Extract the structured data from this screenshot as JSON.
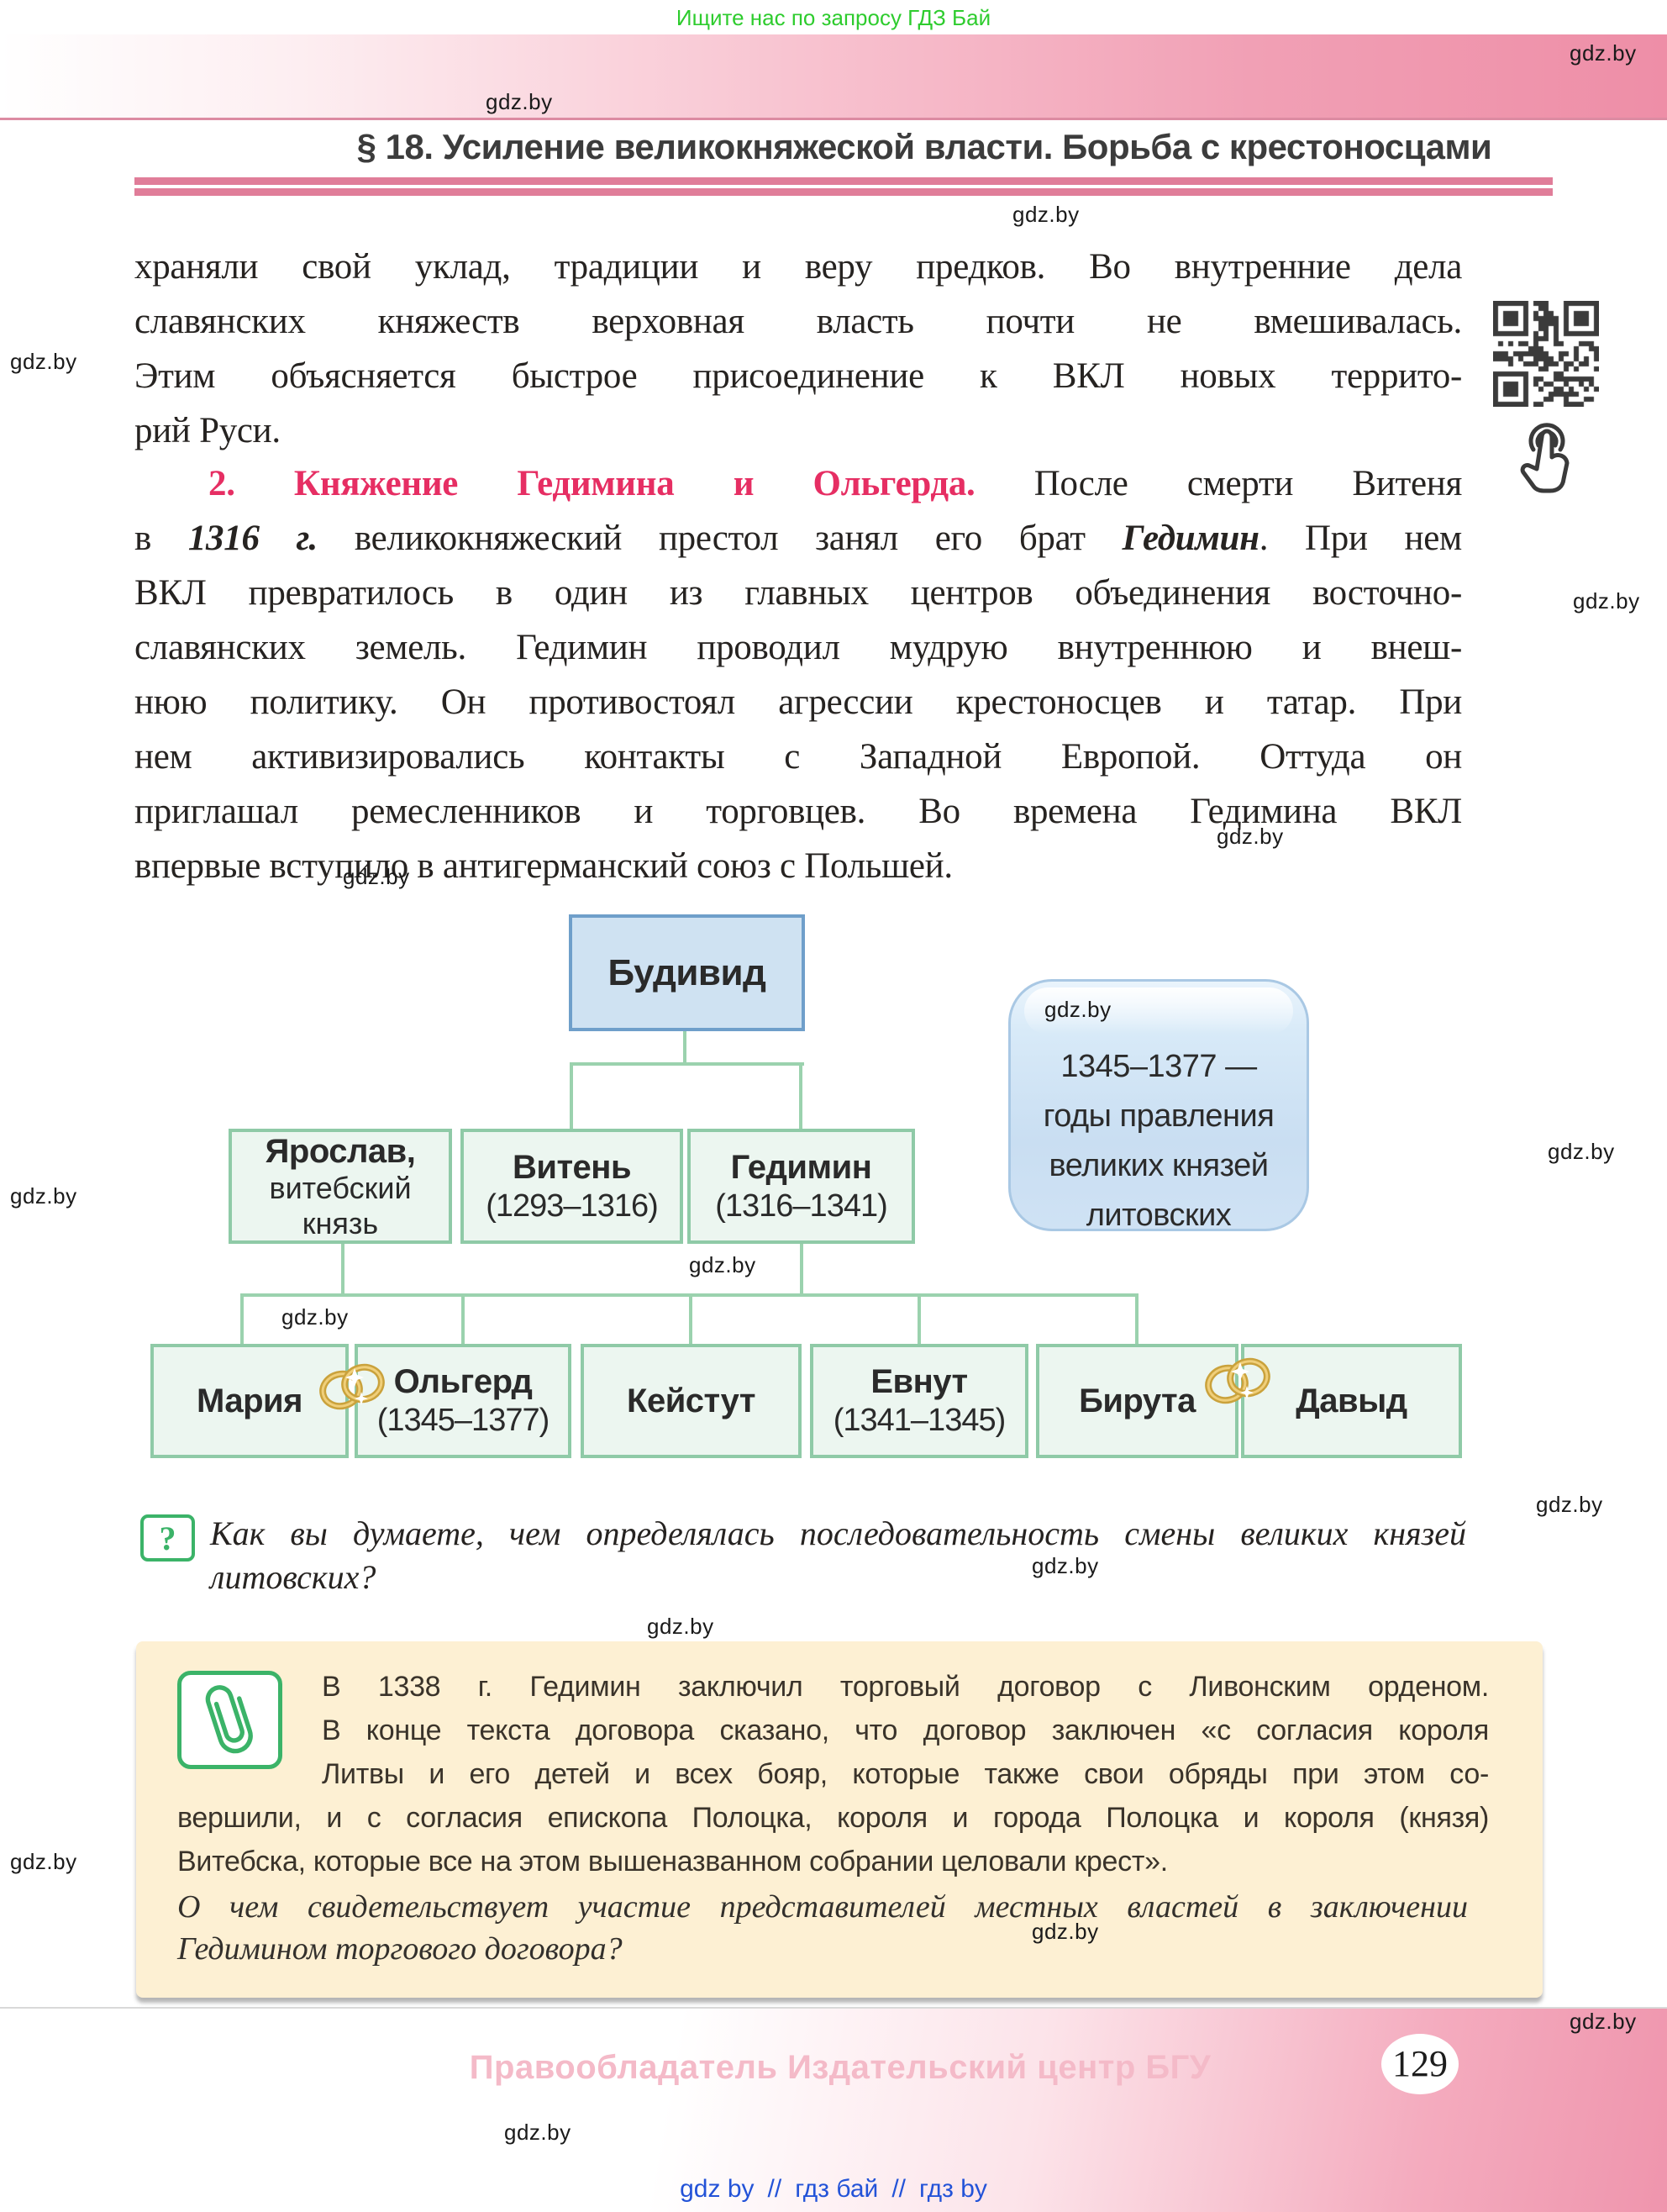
{
  "watermarks": {
    "top_green": "Ищите нас по запросу ГДЗ Бай",
    "site": "gdz.by"
  },
  "header": {
    "title": "§ 18. Усиление великокняжеской власти. Борьба с крестоносцами"
  },
  "article": {
    "para1": {
      "lines": [
        "храняли свой уклад, традиции и веру предков. Во внутренние дела",
        "славянских княжеств верховная власть почти не вмешивалась.",
        "Этим объясняется быстрое присоединение к ВКЛ новых террито-",
        "рий Руси."
      ]
    },
    "para2": {
      "head_red": "2. Княжение Гедимина и Ольгерда.",
      "head_rest": " После смерти Витеня",
      "l2_pre": "в ",
      "l2_bold1": "1316 г.",
      "l2_mid": " великокняжеский престол занял его брат ",
      "l2_bold2": "Гедимин",
      "l2_post": ". При нем",
      "lines": [
        "ВКЛ превратилось в один из главных центров объединения восточно-",
        "славянских земель. Гедимин проводил мудрую внутреннюю и внеш-",
        "нюю политику. Он противостоял агрессии крестоносцев и татар. При",
        "нем активизировались контакты с Западной Европой. Оттуда он",
        "приглашал ремесленников и торговцев. Во времена Гедимина ВКЛ",
        "впервые вступило в антигерманский союз с Польшей."
      ]
    }
  },
  "diagram": {
    "root": {
      "name": "Будивид"
    },
    "note": {
      "lines": [
        "1345–1377 —",
        "годы правления",
        "великих князей",
        "литовских"
      ]
    },
    "gen2": [
      {
        "name": "Ярослав,",
        "sub1": "витебский",
        "sub2": "князь"
      },
      {
        "name": "Витень",
        "years": "(1293–1316)"
      },
      {
        "name": "Гедимин",
        "years": "(1316–1341)"
      }
    ],
    "gen3": [
      {
        "name": "Мария",
        "years": ""
      },
      {
        "name": "Ольгерд",
        "years": "(1345–1377)"
      },
      {
        "name": "Кейстут",
        "years": ""
      },
      {
        "name": "Евнут",
        "years": "(1341–1345)"
      },
      {
        "name": "Бирута",
        "years": ""
      },
      {
        "name": "Давыд",
        "years": ""
      }
    ]
  },
  "question": {
    "mark": "?",
    "line1": "Как вы думаете, чем определялась последовательность смены великих князей",
    "line2": "литовских?"
  },
  "infobox": {
    "lines": [
      "В 1338 г. Гедимин заключил торговый договор с Ливонским орденом.",
      "В конце текста договора сказано, что договор заключен «с согласия короля",
      "Литвы и его детей и всех бояр, которые также свои обряды при этом со-",
      "вершили, и с согласия епископа Полоцка, короля и города Полоцка и короля (князя)",
      "Витебска, которые все на этом вышеназванном собрании целовали крест»."
    ],
    "italic1": "О чем свидетельствует участие представителей местных властей в заключении",
    "italic2": "Гедимином торгового договора?"
  },
  "footer": {
    "copyright": "Правообладатель Издательский центр БГУ",
    "page": "129",
    "link1": "gdz by",
    "sep1": "//",
    "link2": "гдз бай",
    "sep2": "//",
    "link3": "гдз by"
  },
  "colors": {
    "banner_pink": "#ee8ea7",
    "rule_pink": "#e07d99",
    "heading_red": "#e62e63",
    "diagram_green": "#8fcaa7",
    "accent_green": "#3bb368",
    "blue_fill": "#cfe2f2",
    "blue_border": "#6f9fca",
    "infobox_cream": "#fdf0d3",
    "link_blue": "#2353d8",
    "watermark_green": "#2ecc2e",
    "footer_pink_text": "#f4bac8"
  }
}
